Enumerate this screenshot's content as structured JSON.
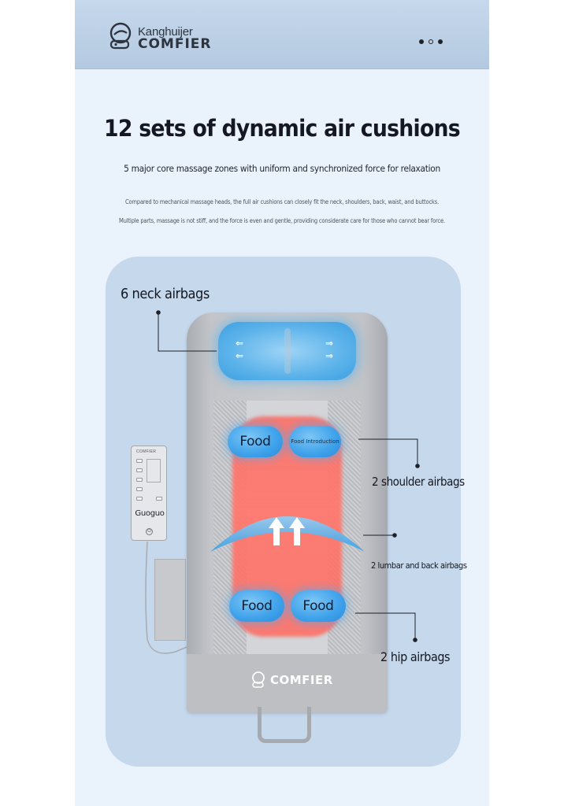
{
  "header": {
    "brand_top": "Kanghuijer",
    "brand_bottom": "COMFIER",
    "pager_dots": 3,
    "active_dot": 1
  },
  "hero": {
    "title": "12 sets of dynamic air cushions",
    "subtitle": "5 major core massage zones with uniform and synchronized force for relaxation",
    "description_1": "Compared to mechanical massage heads, the full air cushions can closely fit the neck, shoulders, back, waist, and buttocks.",
    "description_2": "Multiple parts, massage is not stiff, and the force is even and gentle, providing considerate care for those who cannot bear force."
  },
  "diagram": {
    "labels": {
      "neck": "6 neck airbags",
      "shoulder": "2 shoulder airbags",
      "lumbar": "2 lumbar and back airbags",
      "hip": "2 hip airbags"
    },
    "shoulder_pads": {
      "left": "Food",
      "right": "Food Introduction"
    },
    "hip_pads": {
      "left": "Food",
      "right": "Food"
    },
    "mat_brand": "COMFIER",
    "remote": {
      "brand": "COMFIER",
      "name": "Guoguo"
    }
  },
  "colors": {
    "page_bg": "#eaf2fc",
    "header_bg": "#c6d8ec",
    "panel_bg": "#c6d8ec",
    "airbag_blue": "#3ea1ea",
    "heat_red": "#ff6e62"
  }
}
